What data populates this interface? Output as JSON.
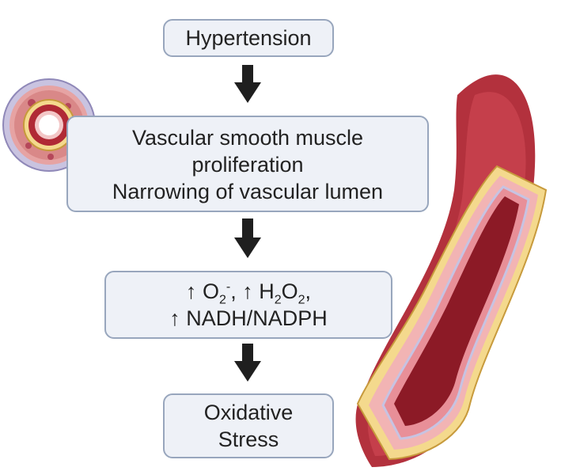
{
  "nodes": {
    "hypertension": {
      "lines": [
        "Hypertension"
      ]
    },
    "vascular": {
      "lines": [
        "Vascular smooth muscle",
        "proliferation",
        "Narrowing of vascular lumen"
      ]
    },
    "ros": {
      "line1": {
        "a_arrow": "↑",
        "a_base": "O",
        "a_sub": "2",
        "a_sup": "-",
        "sep": ", ",
        "b_arrow": "↑",
        "b_h": "H",
        "b_h_sub": "2",
        "b_o": "O",
        "b_o_sub": "2",
        "end": ","
      },
      "line2": {
        "arrow": "↑",
        "text": "NADH/NADPH"
      }
    },
    "oxidative": {
      "lines": [
        "Oxidative",
        "Stress"
      ]
    }
  },
  "colors": {
    "box_fill": "#eef1f7",
    "box_border": "#98a6bd",
    "arrow": "#1f1f1f",
    "vessel_outer": "#b3313d",
    "vessel_lumen": "#8c1a26",
    "vessel_wall": "#f2b4b4",
    "vessel_adventitia": "#f4d98d"
  }
}
